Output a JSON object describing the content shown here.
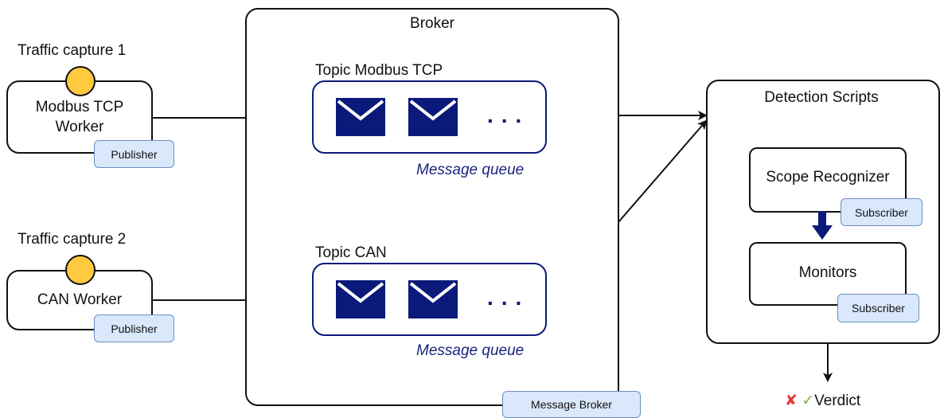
{
  "broker": {
    "title": "Broker",
    "tag": "Message Broker"
  },
  "topics": [
    {
      "title": "Topic Modbus TCP",
      "queue_label": "Message queue",
      "dots": "..."
    },
    {
      "title": "Topic CAN",
      "queue_label": "Message queue",
      "dots": "..."
    }
  ],
  "captures": [
    {
      "title": "Traffic capture 1",
      "worker_line1": "Modbus TCP",
      "worker_line2": "Worker",
      "tag": "Publisher"
    },
    {
      "title": "Traffic capture 2",
      "worker_line1": "CAN Worker",
      "tag": "Publisher"
    }
  ],
  "detection": {
    "title": "Detection Scripts",
    "scope": {
      "label": "Scope Recognizer",
      "tag": "Subscriber"
    },
    "monitors": {
      "label": "Monitors",
      "tag": "Subscriber"
    }
  },
  "verdict": {
    "cross": "✘",
    "check": "✓",
    "label": "Verdict"
  },
  "colors": {
    "queue_border": "#0b1a7a",
    "envelope": "#0b1a7a",
    "tag_fill": "#dae8fc",
    "tag_border": "#6c8ebf",
    "capture_circle": "#ffc940",
    "cross": "#e53935",
    "check": "#7cb342"
  },
  "icons": [
    "envelope-icon",
    "down-arrow-icon",
    "cross-icon",
    "check-icon"
  ]
}
